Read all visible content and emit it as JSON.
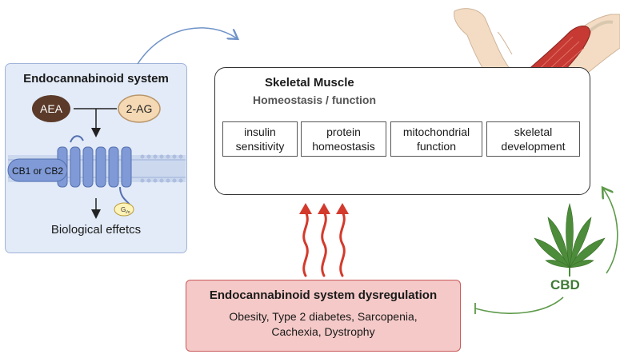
{
  "ecs": {
    "title": "Endocannabinoid system",
    "ligand_1": "AEA",
    "ligand_2": "2-AG",
    "receptor": "CB1 or CB2",
    "g_protein": "G",
    "g_protein_sub": "i/o",
    "effects": "Biological effetcs"
  },
  "muscle": {
    "title": "Skeletal Muscle",
    "subtitle": "Homeostasis / function",
    "functions": [
      "insulin\nsensitivity",
      "protein\nhomeostasis",
      "mitochondrial\nfunction",
      "skeletal\ndevelopment"
    ]
  },
  "dysregulation": {
    "title": "Endocannabinoid system dysregulation",
    "conditions": "Obesity, Type 2 diabetes, Sarcopenia,\nCachexia, Dystrophy"
  },
  "cbd": {
    "label": "CBD"
  },
  "colors": {
    "ecs_panel": "#e3ebf8",
    "receptor": "#7f9ad6",
    "aea": "#5b3a2a",
    "two_ag": "#f4d9b4",
    "dysregulation_fill": "#f4c9c7",
    "heat_arrows": "#d33a2c",
    "cannabis": "#4c8c3a",
    "arrows": "#6f93c9"
  }
}
